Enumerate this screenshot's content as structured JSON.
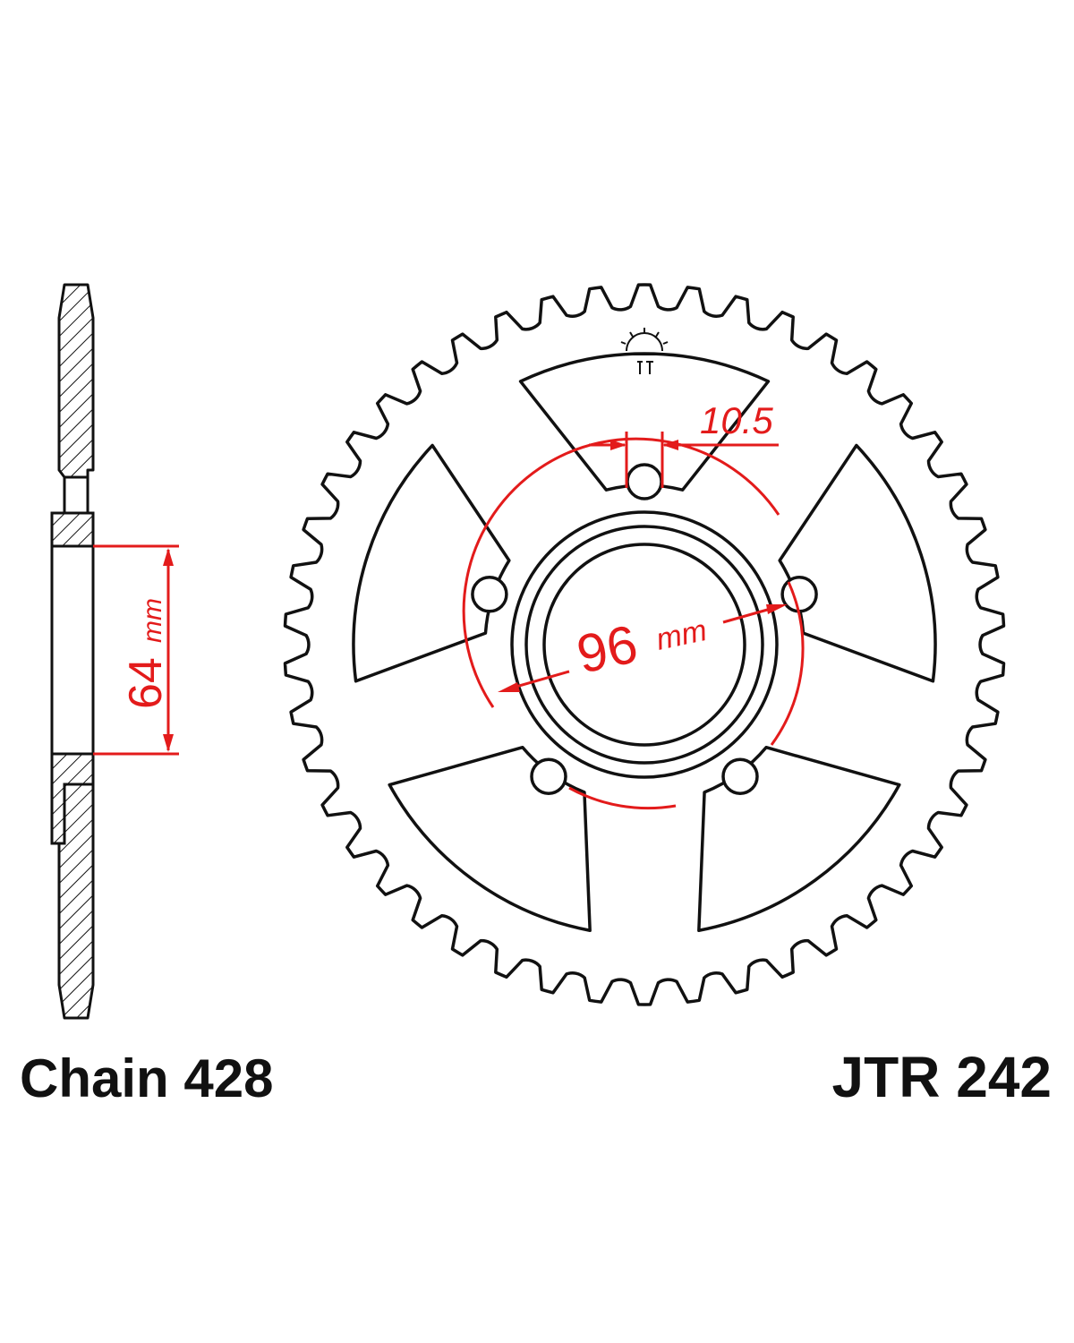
{
  "labels": {
    "chain": "Chain 428",
    "part_number": "JTR 242"
  },
  "dimensions": {
    "bore": {
      "value": "64",
      "unit": "mm"
    },
    "pcd": {
      "value": "96",
      "unit": "mm"
    },
    "bolt_hole": {
      "value": "10.5"
    }
  },
  "sprocket": {
    "teeth": 46,
    "bolt_holes": 5,
    "cutouts": 5
  },
  "colors": {
    "outline": "#111111",
    "dimension": "#e31b1b",
    "background": "#ffffff"
  }
}
